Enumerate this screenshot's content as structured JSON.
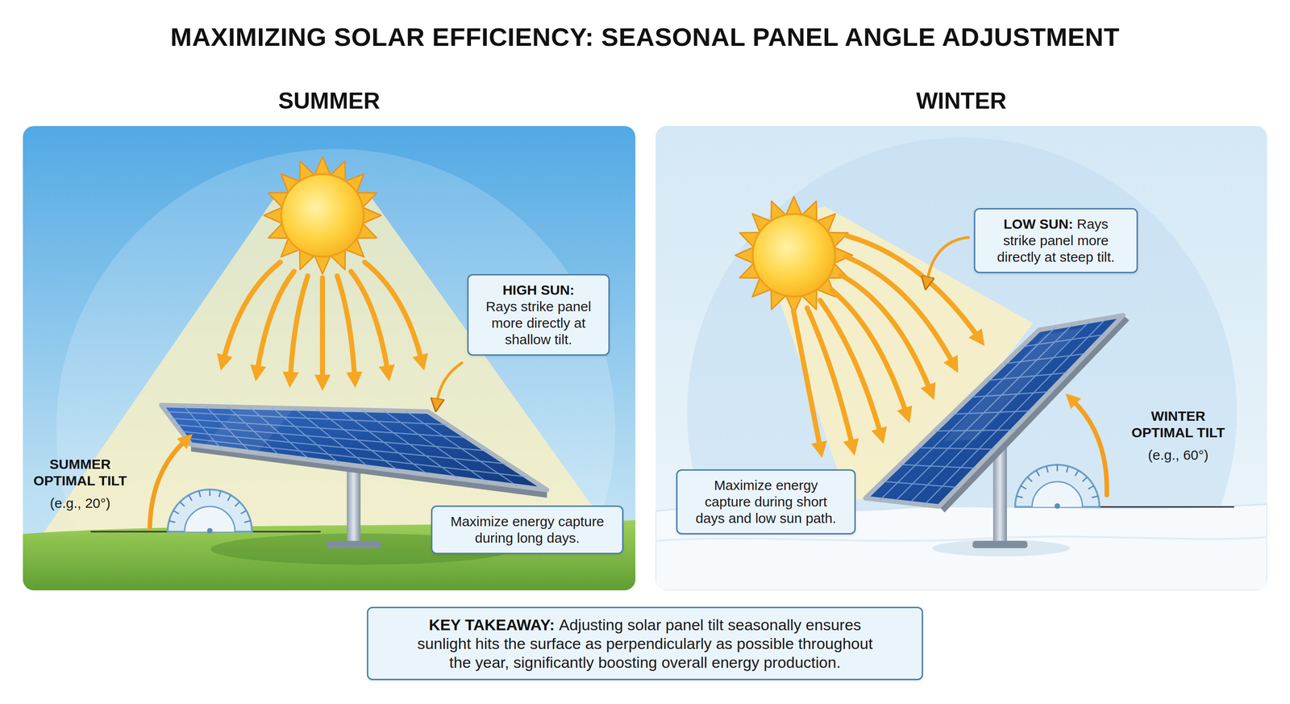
{
  "diagram": {
    "title": "MAXIMIZING SOLAR EFFICIENCY: SEASONAL PANEL ANGLE ADJUSTMENT",
    "nodes": [
      {
        "text": [
          "SUMMER"
        ]
      },
      {
        "text": [
          "HIGH SUN:",
          "Rays strike panel more directly at shallow tilt."
        ],
        "in": 0
      },
      {
        "text": [
          "Maximize energy capture during long days."
        ],
        "in": 0
      },
      {
        "text": [
          "WINTER"
        ]
      },
      {
        "text": [
          "LOW SUN:",
          "Rays strike panel more directly at steep tilt."
        ],
        "in": 3
      },
      {
        "text": [
          "Maximize energy capture during short days and low sun path."
        ],
        "in": 3
      },
      {
        "text": [
          "KEY TAKEAWAY:",
          "Adjusting solar panel tilt seasonally ensures sunlight hits the surface as perpendicularly as possible throughout the year, significantly boosting overall energy production."
        ]
      }
    ],
    "labels": [
      "SUMMER OPTIMAL TILT",
      "(e.g., 20°)",
      "WINTER OPTIMAL TILT",
      "(e.g., 60°)"
    ]
  }
}
